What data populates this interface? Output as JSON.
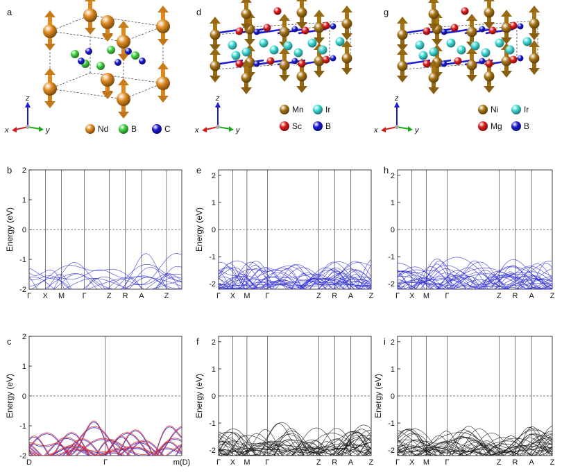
{
  "panel_labels": [
    "a",
    "d",
    "g",
    "b",
    "e",
    "h",
    "c",
    "f",
    "i"
  ],
  "structures": [
    {
      "legend": [
        {
          "label": "Nd",
          "color": "#e08a1e"
        },
        {
          "label": "B",
          "color": "#3ed13e"
        },
        {
          "label": "C",
          "color": "#1a1ad6"
        }
      ]
    },
    {
      "legend": [
        {
          "label": "Mn",
          "color": "#a87514"
        },
        {
          "label": "Ir",
          "color": "#3fdad6"
        },
        {
          "label": "Sc",
          "color": "#e01c1c"
        },
        {
          "label": "B",
          "color": "#1a1ad6"
        }
      ]
    },
    {
      "legend": [
        {
          "label": "Ni",
          "color": "#a87514"
        },
        {
          "label": "Ir",
          "color": "#3fdad6"
        },
        {
          "label": "Mg",
          "color": "#e01c1c"
        },
        {
          "label": "B",
          "color": "#1a1ad6"
        }
      ]
    }
  ],
  "axes_triad": {
    "z": "z",
    "x": "x",
    "y": "y"
  },
  "colors": {
    "blue": "#2b2bd6",
    "red": "#e03030",
    "black": "#111111",
    "fermi": "#555555"
  },
  "chart_data": [
    {
      "panel": "b",
      "type": "line",
      "ylabel": "Energy  (eV)",
      "ylim": [
        -2,
        2
      ],
      "yticks": [
        "-2",
        "-1",
        "0",
        "1",
        "2"
      ],
      "kpath": [
        "Γ",
        "X",
        "M",
        "Γ",
        "Z",
        "R",
        "A",
        "Z"
      ],
      "kpos": [
        0,
        0.106,
        0.212,
        0.362,
        0.524,
        0.63,
        0.736,
        0.9
      ],
      "series_color": "blue"
    },
    {
      "panel": "e",
      "type": "line",
      "ylabel": "Energy  (eV)",
      "ylim": [
        -2.2,
        2.2
      ],
      "yticks": [
        "-2",
        "-1",
        "0",
        "1",
        "2"
      ],
      "kpath": [
        "Γ",
        "X",
        "M",
        "Γ",
        "Z",
        "R",
        "A",
        "Z"
      ],
      "kpos": [
        0,
        0.093,
        0.186,
        0.32,
        0.656,
        0.76,
        0.866,
        1.0
      ],
      "series_color": "blue"
    },
    {
      "panel": "h",
      "type": "line",
      "ylabel": "",
      "ylim": [
        -2.2,
        2.2
      ],
      "yticks": [
        "-2",
        "-1",
        "0",
        "1",
        "2"
      ],
      "kpath": [
        "Γ",
        "X",
        "M",
        "Γ",
        "Z",
        "R",
        "A",
        "Z"
      ],
      "kpos": [
        0,
        0.093,
        0.186,
        0.32,
        0.656,
        0.76,
        0.866,
        1.0
      ],
      "series_color": "blue"
    },
    {
      "panel": "c",
      "type": "line",
      "ylabel": "Energy  (eV)",
      "ylim": [
        -2,
        2
      ],
      "yticks": [
        "-2",
        "-1",
        "0",
        "1",
        "2"
      ],
      "kpath": [
        "D",
        "Γ",
        "m(D)"
      ],
      "kpos": [
        0,
        0.5,
        1.0
      ],
      "series": [
        {
          "color": "blue"
        },
        {
          "color": "red"
        }
      ]
    },
    {
      "panel": "f",
      "type": "line",
      "ylabel": "Energy  (eV)",
      "ylim": [
        -2.2,
        2.2
      ],
      "yticks": [
        "-2",
        "-1",
        "0",
        "1",
        "2"
      ],
      "kpath": [
        "Γ",
        "X",
        "M",
        "Γ",
        "Z",
        "R",
        "A",
        "Z"
      ],
      "kpos": [
        0,
        0.093,
        0.186,
        0.32,
        0.656,
        0.76,
        0.866,
        1.0
      ],
      "series_color": "black"
    },
    {
      "panel": "i",
      "type": "line",
      "ylabel": "Energy  (eV)",
      "ylim": [
        -2.2,
        2.2
      ],
      "yticks": [
        "-2",
        "-1",
        "0",
        "1",
        "2"
      ],
      "kpath": [
        "Γ",
        "X",
        "M",
        "Γ",
        "Z",
        "R",
        "A",
        "Z"
      ],
      "kpos": [
        0,
        0.093,
        0.186,
        0.32,
        0.656,
        0.76,
        0.866,
        1.0
      ],
      "series_color": "black"
    }
  ]
}
